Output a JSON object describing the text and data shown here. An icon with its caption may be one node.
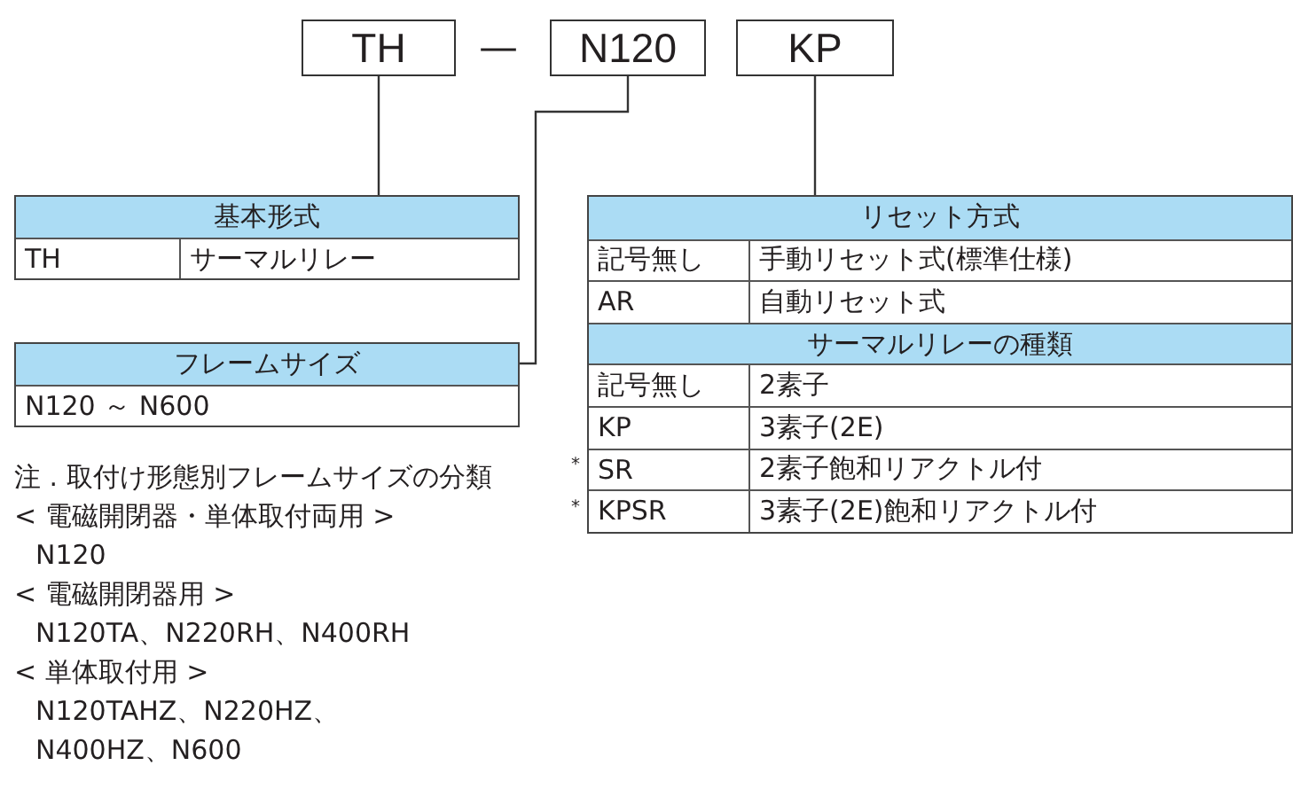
{
  "diagram": {
    "nodes": [
      {
        "text": [
          "TH"
        ]
      },
      {
        "text": [
          "N120"
        ]
      },
      {
        "text": [
          "KP"
        ]
      },
      {
        "text": [
          "基本形式",
          "TH",
          "サーマルリレー"
        ]
      },
      {
        "text": [
          "フレームサイズ",
          "N120 ～ N600"
        ]
      },
      {
        "text": [
          "リセット方式",
          "記号無し",
          "手動リセット式(標準仕様)",
          "AR",
          "自動リセット式",
          "サーマルリレーの種類",
          "記号無し",
          "2素子",
          "KP",
          "3素子(2E)",
          "SR",
          "2素子飽和リアクトル付",
          "KPSR",
          "3素子(2E)飽和リアクトル付"
        ]
      }
    ],
    "edges": [
      {
        "from": 0,
        "to": 3,
        "arrow": "none"
      },
      {
        "from": 1,
        "to": 4,
        "arrow": "none"
      },
      {
        "from": 2,
        "to": 5,
        "arrow": "none"
      }
    ],
    "labels": [
      "—",
      "*",
      "*",
      "注 . 取付け形態別フレームサイズの分類",
      "< 電磁開閉器・単体取付両用 >",
      "N120",
      "< 電磁開閉器用 >",
      "N120TA、N220RH、N400RH",
      "< 単体取付用 >",
      "N120TAHZ、N220HZ、",
      "N400HZ、N600"
    ]
  }
}
